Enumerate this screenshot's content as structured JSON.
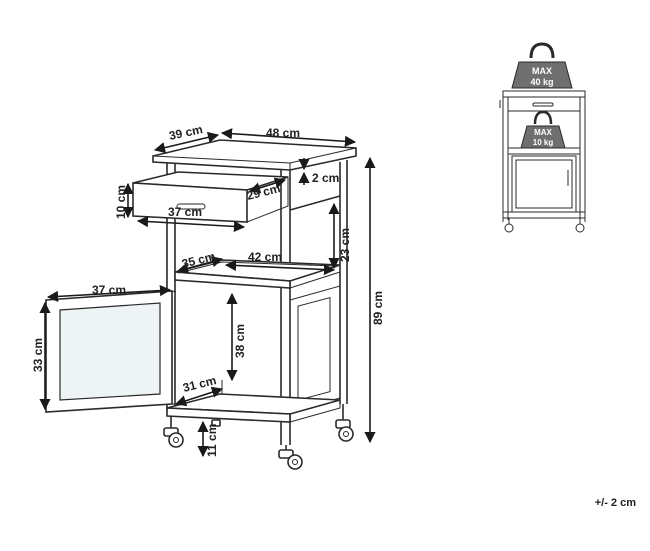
{
  "dimensions": {
    "depth_top": "39 cm",
    "width_top": "48 cm",
    "top_thickness": "2 cm",
    "drawer_height": "10 cm",
    "drawer_depth": "29 cm",
    "drawer_width": "37 cm",
    "upper_opening": "23 cm",
    "shelf_depth": "35 cm",
    "shelf_width": "42 cm",
    "total_height": "89 cm",
    "door_width": "37 cm",
    "door_height": "33 cm",
    "cabinet_height": "38 cm",
    "bottom_depth": "31 cm",
    "leg_clearance": "11 cm"
  },
  "load": {
    "top_label": "MAX",
    "top_value": "40 kg",
    "middle_label": "MAX",
    "middle_value": "10 kg"
  },
  "tolerance": "+/- 2 cm"
}
